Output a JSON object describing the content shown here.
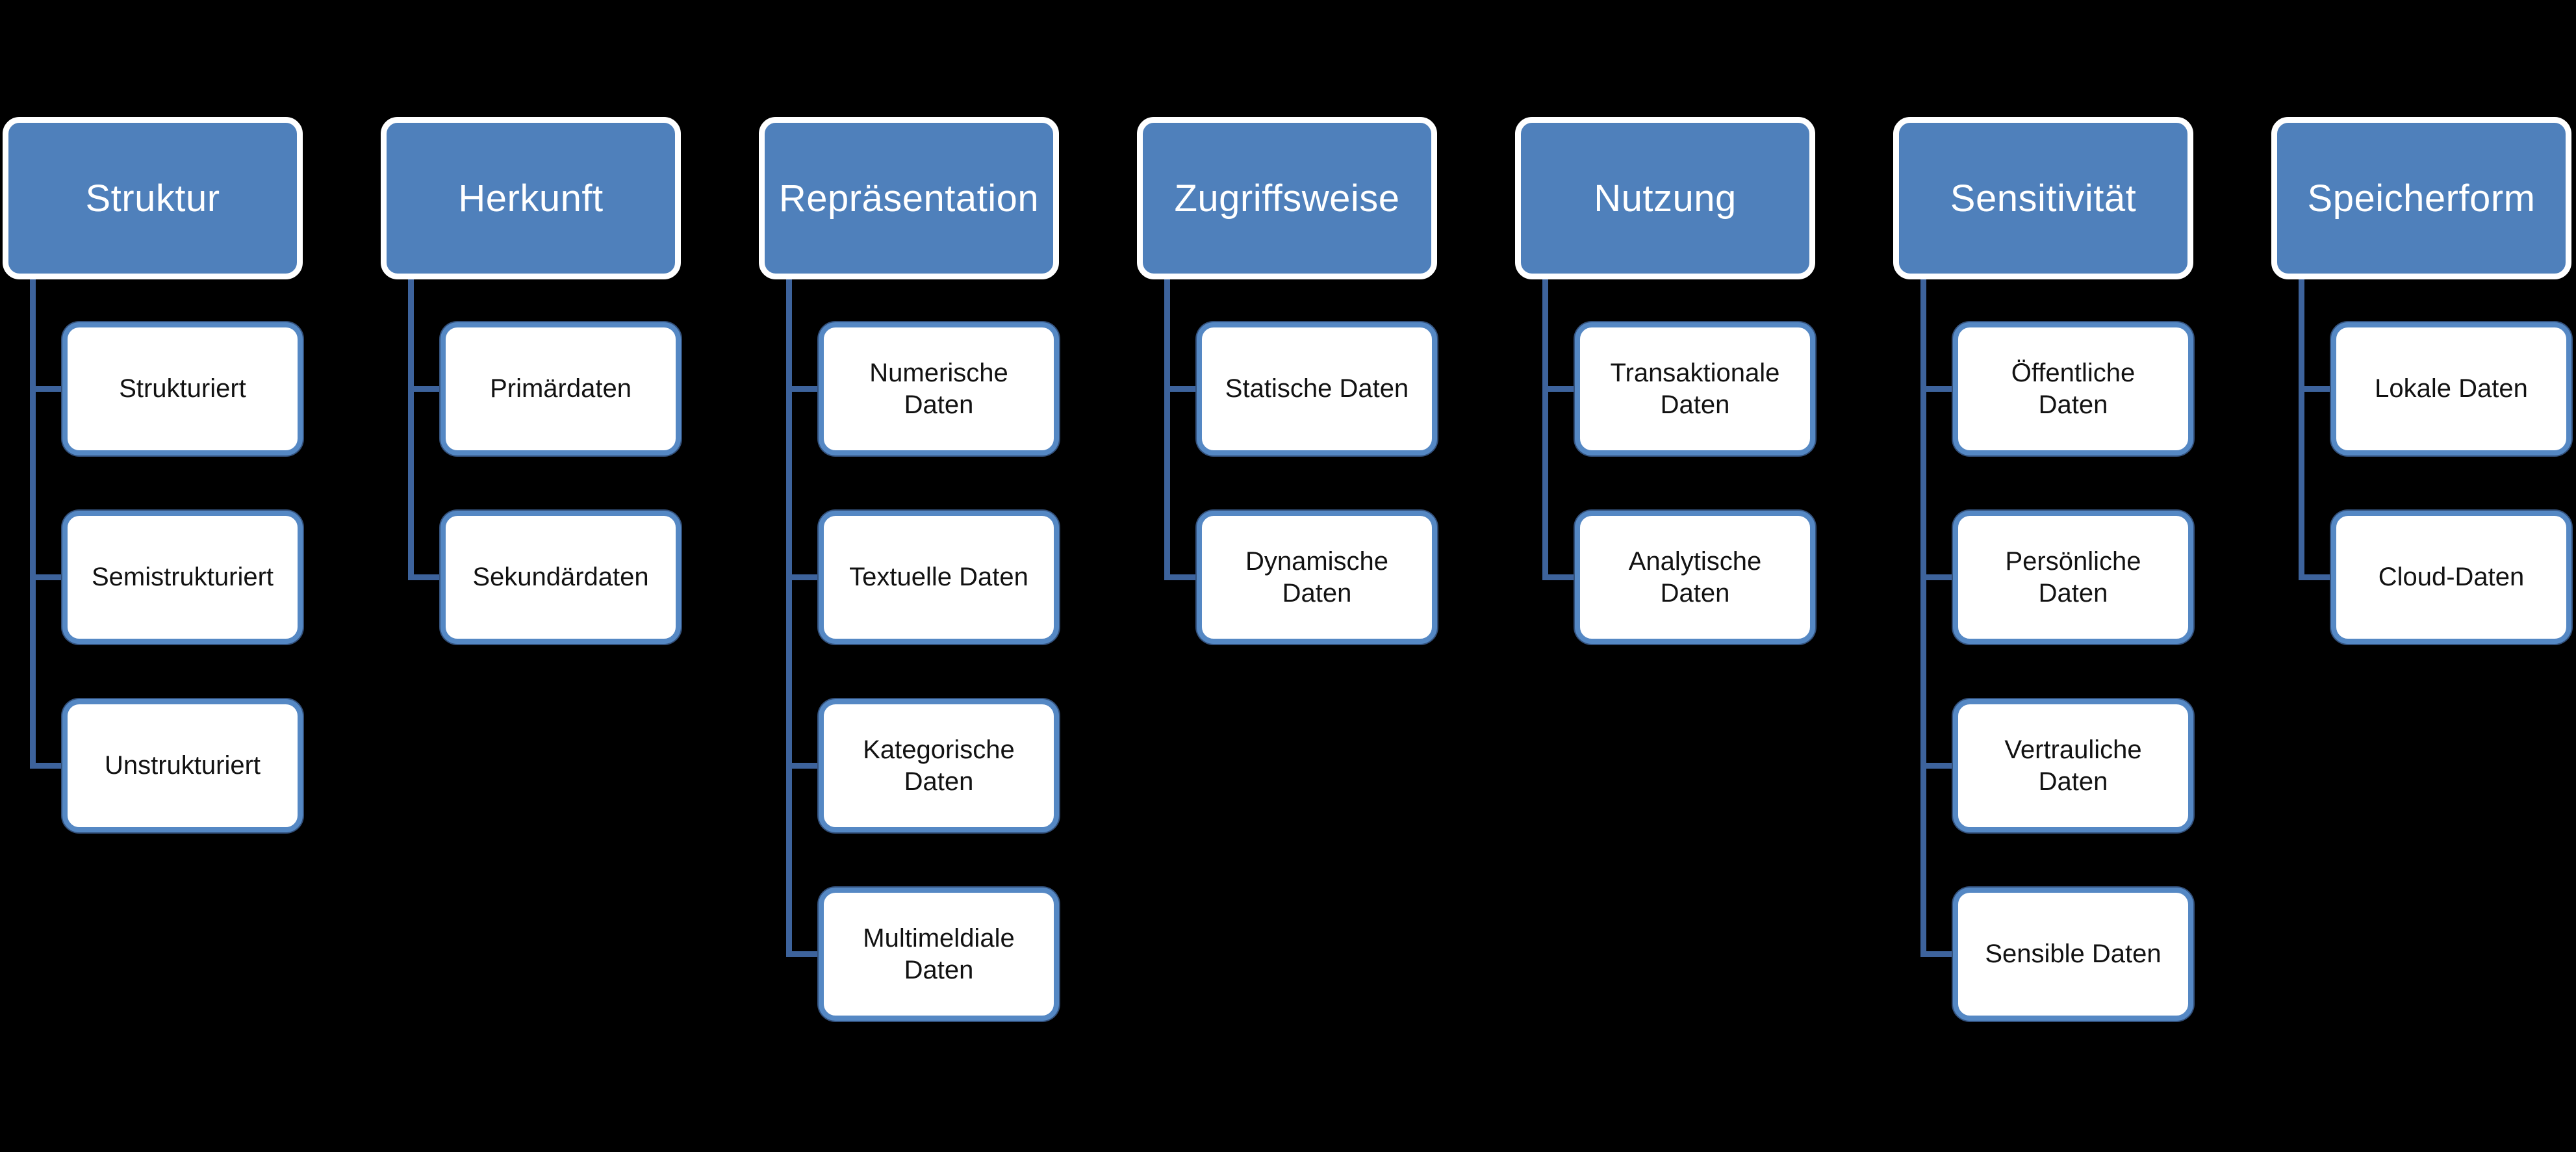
{
  "diagram": {
    "background_color": "#000000",
    "header_fill_color": "#4f80bb",
    "header_text_color": "#ffffff",
    "child_border_color": "#5588c4",
    "child_fill_color": "#ffffff",
    "child_text_color": "#121212",
    "connector_color": "#3d639c",
    "columns": [
      {
        "title": "Struktur",
        "children": [
          "Strukturiert",
          "Semistrukturiert",
          "Unstrukturiert"
        ]
      },
      {
        "title": "Herkunft",
        "children": [
          "Primärdaten",
          "Sekundärdaten"
        ]
      },
      {
        "title": "Repräsentation",
        "children": [
          "Numerische\nDaten",
          "Textuelle Daten",
          "Kategorische\nDaten",
          "Multimeldiale\nDaten"
        ]
      },
      {
        "title": "Zugriffsweise",
        "children": [
          "Statische Daten",
          "Dynamische\nDaten"
        ]
      },
      {
        "title": "Nutzung",
        "children": [
          "Transaktionale\nDaten",
          "Analytische\nDaten"
        ]
      },
      {
        "title": "Sensitivität",
        "children": [
          "Öffentliche\nDaten",
          "Persönliche\nDaten",
          "Vertrauliche\nDaten",
          "Sensible Daten"
        ]
      },
      {
        "title": "Speicherform",
        "children": [
          "Lokale Daten",
          "Cloud-Daten"
        ]
      }
    ]
  }
}
